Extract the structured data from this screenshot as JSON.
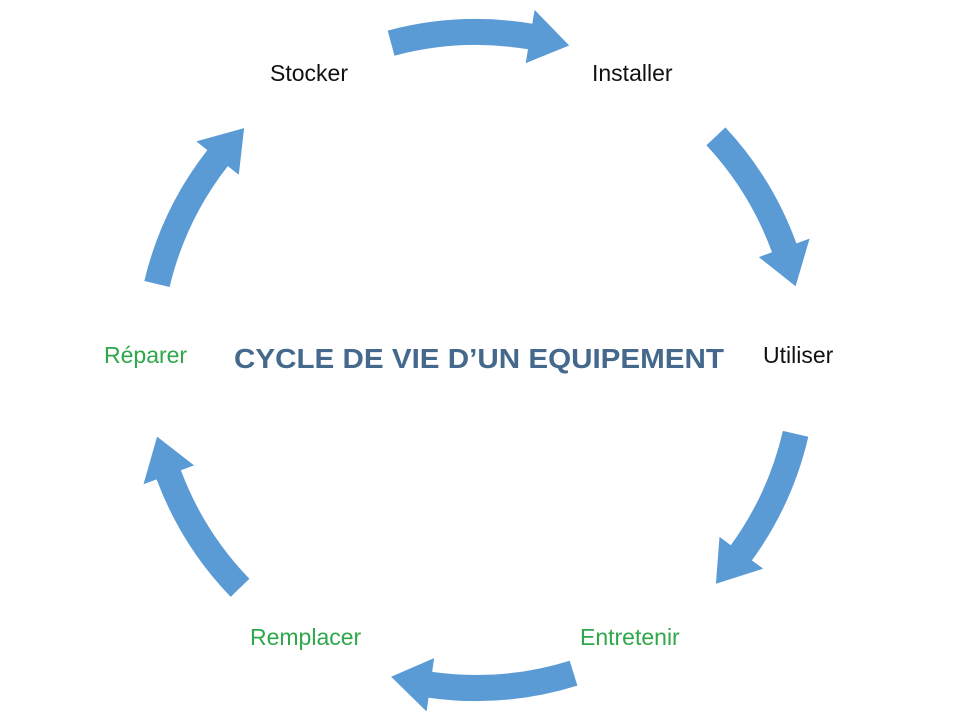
{
  "title": "CYCLE DE VIE D’UN EQUIPEMENT",
  "steps": [
    {
      "label": "Installer",
      "color": "#111111"
    },
    {
      "label": "Utiliser",
      "color": "#111111"
    },
    {
      "label": "Entretenir",
      "color": "#2ea84a"
    },
    {
      "label": "Remplacer",
      "color": "#2ea84a"
    },
    {
      "label": "Réparer",
      "color": "#2ea84a"
    },
    {
      "label": "Stocker",
      "color": "#111111"
    }
  ],
  "colors": {
    "arrow": "#5b9bd5",
    "title": "#44698c"
  }
}
